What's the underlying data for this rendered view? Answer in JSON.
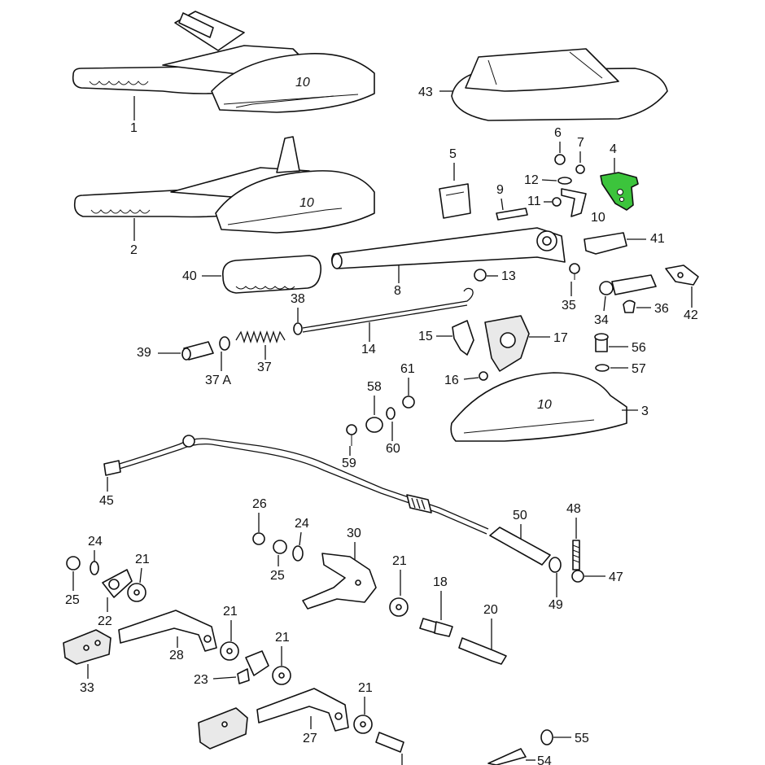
{
  "diagram": {
    "highlight_color": "#3cc43c",
    "callouts": {
      "p1": "1",
      "p2": "2",
      "p3": "3",
      "p4": "4",
      "p5": "5",
      "p6": "6",
      "p7": "7",
      "p8": "8",
      "p9": "9",
      "p10": "10",
      "p11": "11",
      "p12": "12",
      "p13": "13",
      "p14": "14",
      "p15": "15",
      "p16": "16",
      "p17": "17",
      "p18": "18",
      "p20": "20",
      "p21a": "21",
      "p21b": "21",
      "p21c": "21",
      "p21d": "21",
      "p21e": "21",
      "p22": "22",
      "p23": "23",
      "p24a": "24",
      "p24b": "24",
      "p25a": "25",
      "p25b": "25",
      "p26": "26",
      "p27": "27",
      "p28": "28",
      "p30": "30",
      "p33": "33",
      "p34": "34",
      "p35": "35",
      "p36": "36",
      "p37": "37",
      "p37a": "37 A",
      "p38": "38",
      "p39": "39",
      "p40": "40",
      "p41": "41",
      "p42": "42",
      "p43": "43",
      "p45": "45",
      "p47": "47",
      "p48": "48",
      "p49": "49",
      "p50": "50",
      "p54": "54",
      "p55": "55",
      "p56": "56",
      "p57": "57",
      "p58": "58",
      "p59": "59",
      "p60": "60",
      "p61": "61"
    },
    "handle_marks": {
      "h1": "10",
      "h2": "10",
      "h3": "10"
    }
  }
}
